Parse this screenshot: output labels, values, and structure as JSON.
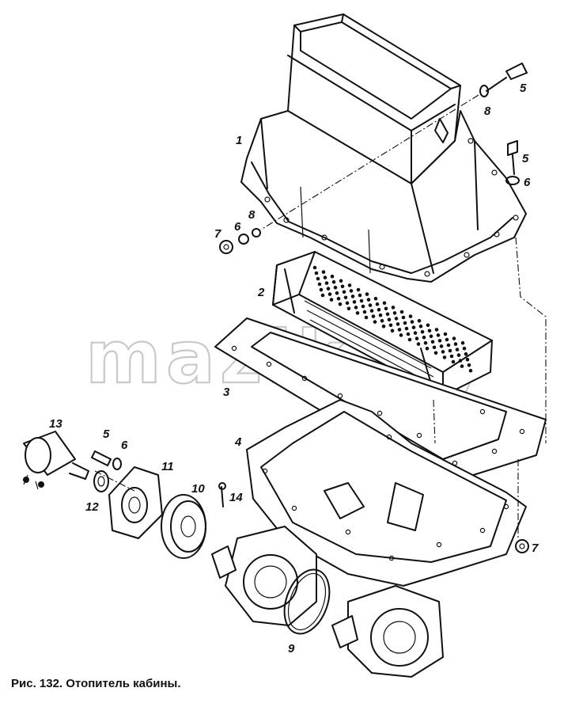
{
  "caption": "Рис. 132. Отопитель кабины.",
  "watermark": "mazik.by",
  "callouts": {
    "c1": "1",
    "c2": "2",
    "c3": "3",
    "c4": "4",
    "c5a": "5",
    "c5b": "5",
    "c5c": "5",
    "c6a": "6",
    "c6b": "6",
    "c6c": "6",
    "c7a": "7",
    "c7b": "7",
    "c8a": "8",
    "c8b": "8",
    "c9": "9",
    "c10": "10",
    "c11": "11",
    "c12": "12",
    "c13": "13",
    "c14": "14"
  }
}
